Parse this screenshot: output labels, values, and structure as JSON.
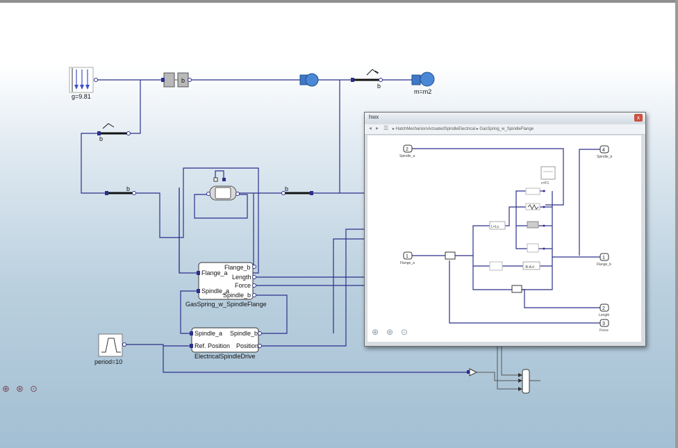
{
  "main": {
    "gravity_label": "g=9.81",
    "mass_label": "m=m2",
    "b_label": "b",
    "period_label": "period=10",
    "gas_spring": {
      "name": "GasSpring_w_SpindleFlange",
      "ports": {
        "flange_a": "Flange_a",
        "flange_b": "Flange_b",
        "length": "Length",
        "force": "Force",
        "spindle_a": "Spindle_a",
        "spindle_b": "Spindle_b"
      }
    },
    "spindle_drive": {
      "name": "ElectricalSpindleDrive",
      "ports": {
        "spindle_a": "Spindle_a",
        "spindle_b": "Spindle_b",
        "ref_position": "Ref. Position",
        "position": "Position"
      }
    }
  },
  "subwindow": {
    "title": "hwx",
    "close": "x",
    "nav_back": "◂",
    "nav_forward": "▸",
    "nav_list": "☰",
    "breadcrumb": "▸ HatchMechanismActuatedSpindleElectrical ▸ GasSpring_w_SpindleFlange",
    "spindle_a_num": "2",
    "spindle_a_label": "Spindle_a",
    "spindle_b_num": "4",
    "spindle_b_label": "Spindle_b",
    "flange_a_num": "1",
    "flange_a_label": "Flange_a",
    "flange_b_num": "1",
    "flange_b_label": "Flange_b",
    "length_num": "2",
    "length_label": "Length",
    "force_num": "3",
    "force_label": "Force",
    "const_label": "c=F1",
    "gain_label": "L=Ls",
    "sum_label": "-B-A+I"
  },
  "icons": [
    "zoom-in-icon",
    "zoom-reset-icon",
    "zoom-fit-icon"
  ]
}
